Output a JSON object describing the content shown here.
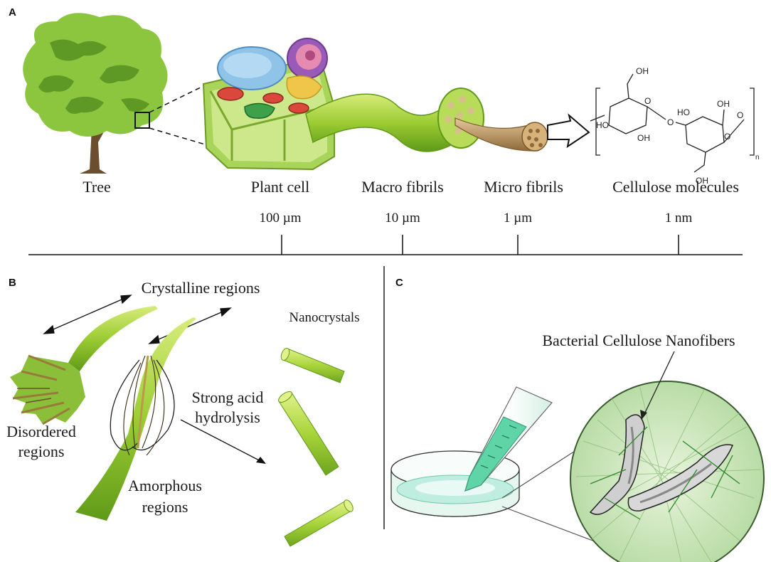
{
  "panels": {
    "a": "A",
    "b": "B",
    "c": "C"
  },
  "labels_top": {
    "tree": "Tree",
    "plant_cell": "Plant cell",
    "macro_fibrils": "Macro fibrils",
    "micro_fibrils": "Micro fibrils",
    "cellulose_molecules": "Cellulose molecules"
  },
  "scale": {
    "tick1": "100 µm",
    "tick2": "10 µm",
    "tick3": "1 µm",
    "tick4": "1 nm"
  },
  "panel_b": {
    "crystalline": "Crystalline regions",
    "nanocrystals": "Nanocrystals",
    "disordered_1": "Disordered",
    "disordered_2": "regions",
    "acid_1": "Strong acid",
    "acid_2": "hydrolysis",
    "amorphous_1": "Amorphous",
    "amorphous_2": "regions"
  },
  "panel_c": {
    "title": "Bacterial Cellulose Nanofibers"
  },
  "chemistry": {
    "oh_top_left": "OH",
    "ho_left": "HO",
    "o_ring1": "O",
    "oh_ring1_bottom": "OH",
    "o_bridge": "O",
    "ho_ring2": "HO",
    "oh_ring2_top": "OH",
    "o_ring2": "O",
    "o_right": "O",
    "oh_ring2_bottom": "OH",
    "subscript": "n"
  },
  "colors": {
    "leaf_green": "#8cc63f",
    "dark_green": "#4e8a1c",
    "trunk": "#6b4e2e",
    "fiber_light": "#c9e36b",
    "fiber_dark": "#6aa21e",
    "micro_tan": "#b88a4d",
    "dish_teal": "#bfeee0",
    "circle_green": "#cfe6c0"
  }
}
